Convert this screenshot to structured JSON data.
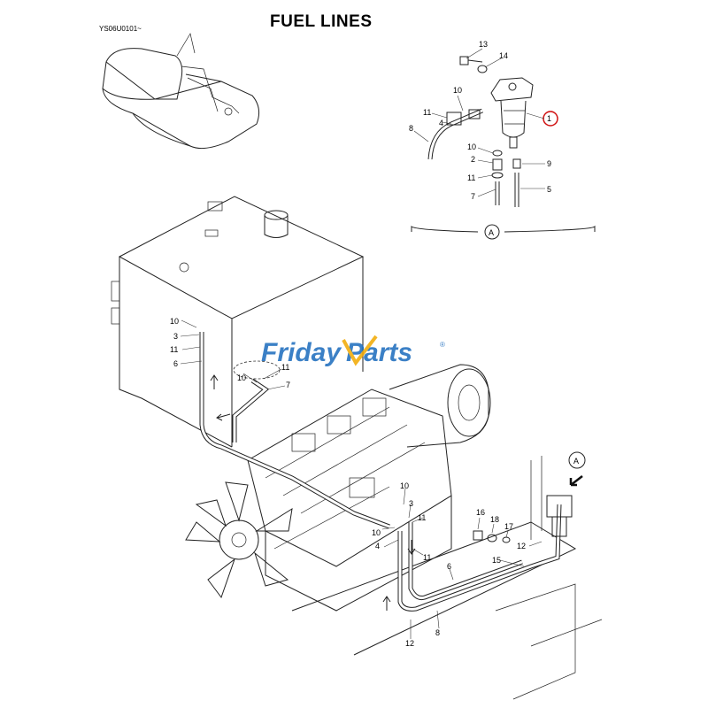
{
  "title": "FUEL LINES",
  "code": "YS06U0101~",
  "watermark": {
    "text_a": "Friday",
    "text_b": "Parts",
    "registered": "®",
    "color": "#1a6bbd",
    "accent_color": "#f2a900"
  },
  "highlight_color": "#d01010",
  "detail_label": "A",
  "callouts": {
    "detail": [
      "13",
      "14",
      "10",
      "4",
      "11",
      "8",
      "1",
      "10",
      "2",
      "11",
      "7",
      "9",
      "5"
    ],
    "tank": [
      "10",
      "3",
      "11",
      "6",
      "11",
      "10",
      "7"
    ],
    "engine": [
      "10",
      "3",
      "11",
      "4",
      "10",
      "11",
      "16",
      "18",
      "17",
      "12",
      "15",
      "6",
      "8",
      "12"
    ]
  }
}
